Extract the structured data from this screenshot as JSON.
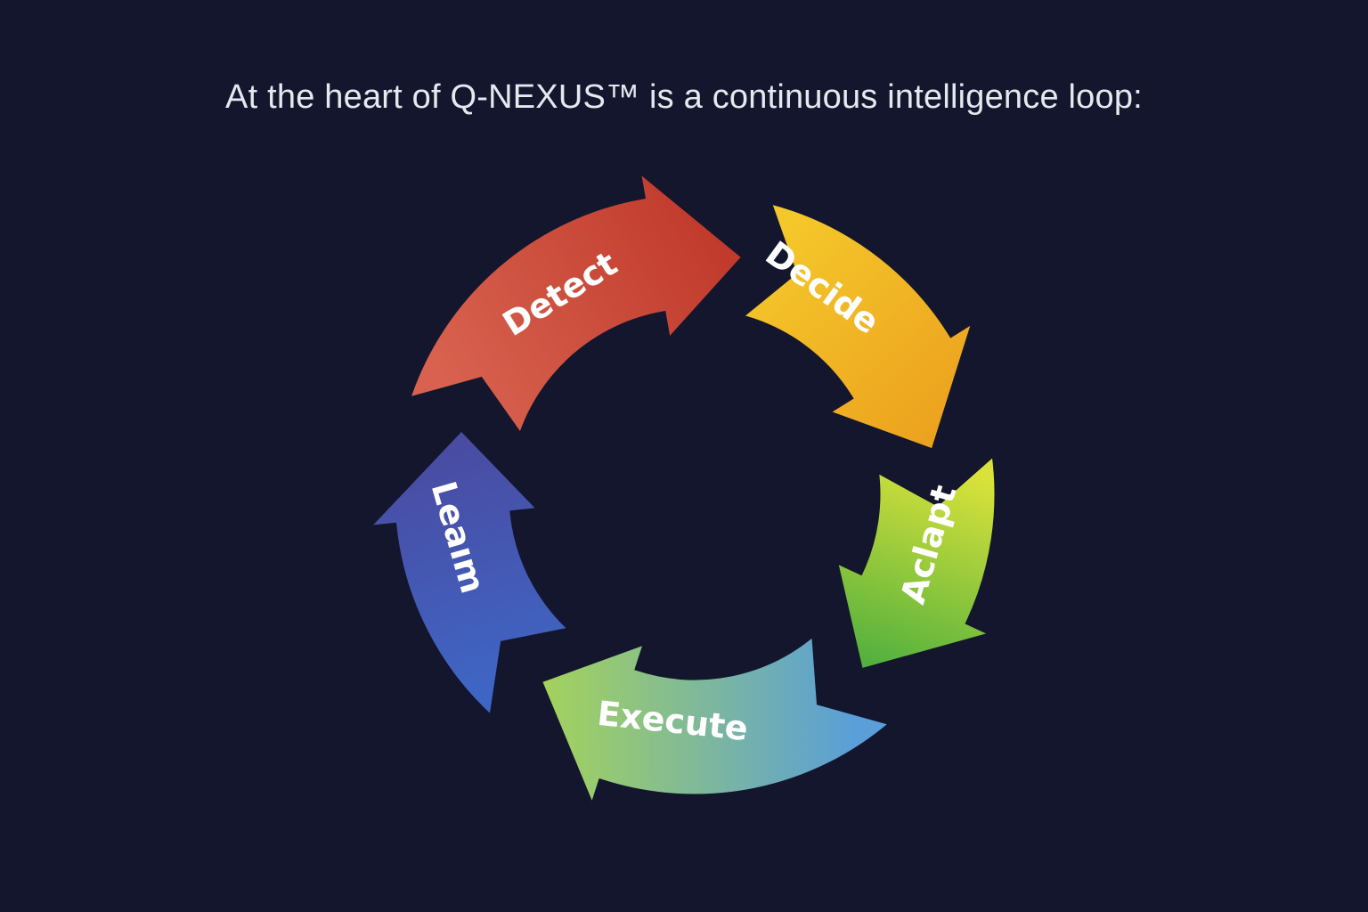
{
  "title": "At the heart of Q-NEXUS™ is a continuous intelligence loop:",
  "loop": [
    {
      "label": "Detect",
      "colors": [
        "#d8624f",
        "#c0392b"
      ]
    },
    {
      "label": "Decide",
      "colors": [
        "#f4c72a",
        "#eca01e"
      ]
    },
    {
      "label": "Aclapt",
      "colors": [
        "#d9e23a",
        "#4cae3e"
      ]
    },
    {
      "label": "Execute",
      "colors": [
        "#5a9fd8",
        "#a5d35a"
      ]
    },
    {
      "label": "Leaım",
      "colors": [
        "#3f65c4",
        "#4a4aa0"
      ]
    }
  ],
  "background": "#13162c"
}
